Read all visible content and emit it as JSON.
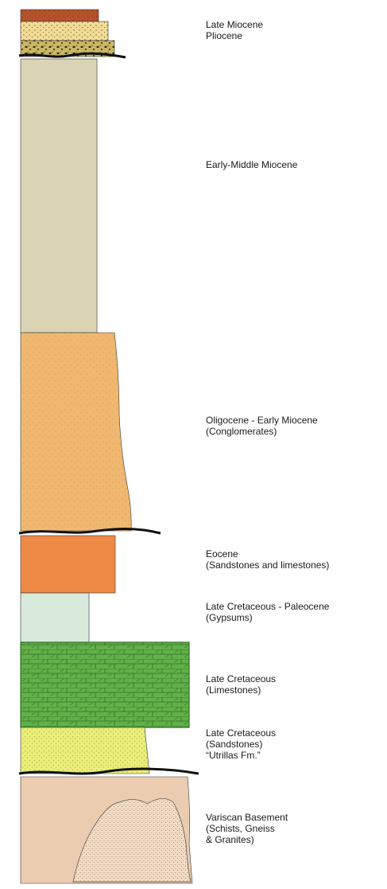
{
  "units": [
    {
      "id": "late-miocene-pliocene",
      "lines": [
        "Late Miocene",
        "Pliocene"
      ]
    },
    {
      "id": "early-middle-miocene",
      "lines": [
        "Early-Middle  Miocene"
      ]
    },
    {
      "id": "oligocene-early-miocene",
      "lines": [
        "Oligocene - Early Miocene",
        "(Conglomerates)"
      ]
    },
    {
      "id": "eocene",
      "lines": [
        "Eocene",
        "(Sandstones and limestones)"
      ]
    },
    {
      "id": "late-cretaceous-paleocene",
      "lines": [
        "Late Cretaceous - Paleocene",
        "(Gypsums)"
      ]
    },
    {
      "id": "late-cretaceous-limestones",
      "lines": [
        "Late Cretaceous",
        "(Limestones)"
      ]
    },
    {
      "id": "late-cretaceous-sandstones",
      "lines": [
        "Late Cretaceous",
        "(Sandstones)",
        "“Utrillas Fm.”"
      ]
    },
    {
      "id": "variscan-basement",
      "lines": [
        "Variscan Basement",
        "(Schists, Gneiss",
        "& Granites)"
      ]
    }
  ],
  "colors": {
    "top_red": "#b5532c",
    "pliocene_sand": "#f3dd96",
    "conglomerate_base": "#c9b763",
    "early_middle_miocene": "#dad4b5",
    "oligocene": "#f0b870",
    "eocene": "#ee8a45",
    "gypsum": "#d8eadb",
    "limestone": "#62b04a",
    "utrillas": "#e8ee78",
    "basement": "#ecccb0",
    "granite": "#f2dcc6",
    "outline": "#333333",
    "unconformity": "#111111"
  }
}
